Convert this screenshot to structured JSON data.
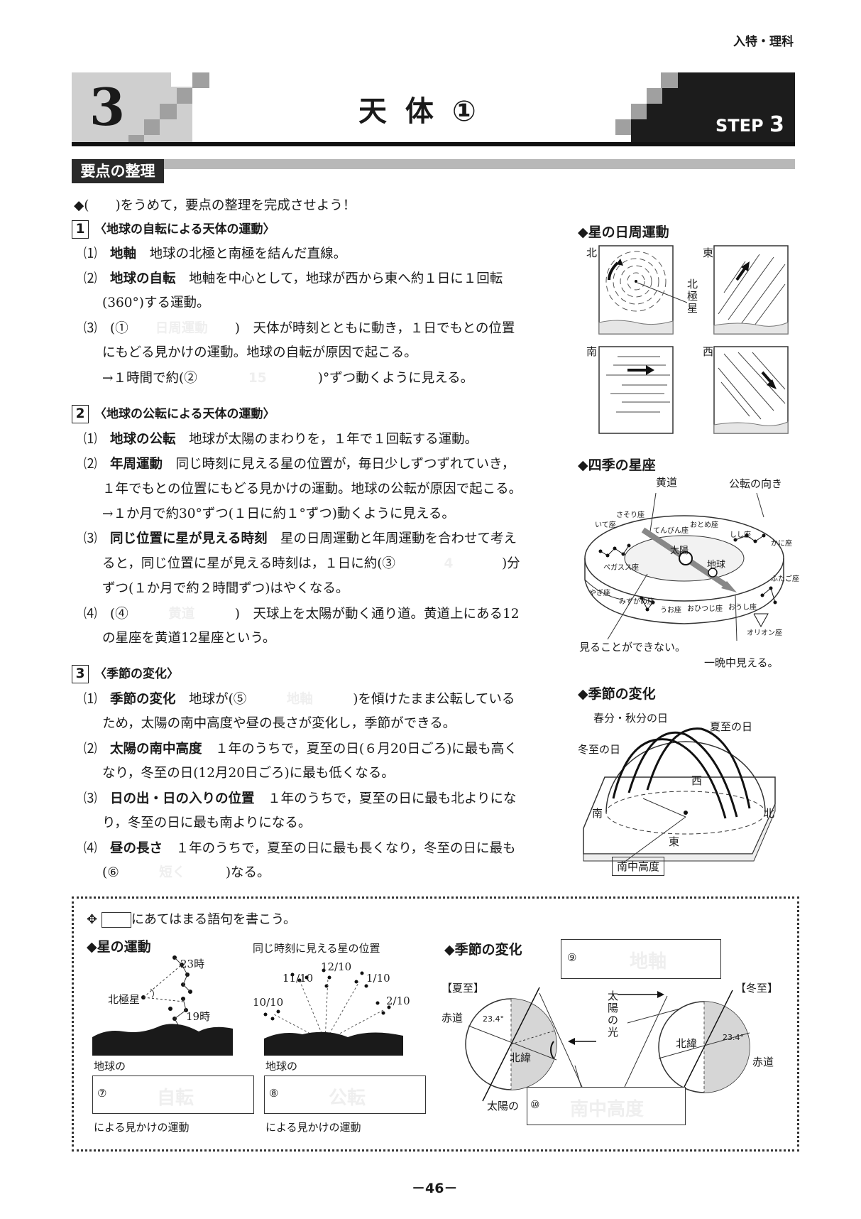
{
  "header": {
    "tag": "入特・理科"
  },
  "title_block": {
    "number": "3",
    "title": "天 体 ①",
    "step_label": "STEP",
    "step_num": "3"
  },
  "section_label": "要点の整理",
  "instruction": "◆(　　)をうめて，要点の整理を完成させよう！",
  "s1": {
    "num": "1",
    "head": "〈地球の自転による天体の運動〉",
    "l1_num": "⑴",
    "l1_term": "地軸",
    "l1_text": "地球の北極と南極を結んだ直線。",
    "l2_num": "⑵",
    "l2_term": "地球の自転",
    "l2_text": "地軸を中心として，地球が西から東へ約１日に１回転",
    "l2b": "(360°)する運動。",
    "l3_num": "⑶",
    "l3_open": "(①",
    "l3_ans": "日周運動",
    "l3_close": ")",
    "l3_text": "天体が時刻とともに動き，１日でもとの位置",
    "l3b": "にもどる見かけの運動。地球の自転が原因で起こる。",
    "l3c_pre": "→１時間で約(②",
    "l3c_ans": "15",
    "l3c_post": ")°ずつ動くように見える。"
  },
  "s2": {
    "num": "2",
    "head": "〈地球の公転による天体の運動〉",
    "l1_num": "⑴",
    "l1_term": "地球の公転",
    "l1_text": "地球が太陽のまわりを，１年で１回転する運動。",
    "l2_num": "⑵",
    "l2_term": "年周運動",
    "l2_text": "同じ時刻に見える星の位置が，毎日少しずつずれていき，",
    "l2b": "１年でもとの位置にもどる見かけの運動。地球の公転が原因で起こる。",
    "l2c": "→１か月で約30°ずつ(１日に約１°ずつ)動くように見える。",
    "l3_num": "⑶",
    "l3_term": "同じ位置に星が見える時刻",
    "l3_text": "星の日周運動と年周運動を合わせて考え",
    "l3b_pre": "ると，同じ位置に星が見える時刻は，１日に約(③",
    "l3b_ans": "4",
    "l3b_post": ")分",
    "l3c": "ずつ(１か月で約２時間ずつ)はやくなる。",
    "l4_num": "⑷",
    "l4_open": "(④",
    "l4_ans": "黄道",
    "l4_close": ")",
    "l4_text": "天球上を太陽が動く通り道。黄道上にある12",
    "l4b": "の星座を黄道12星座という。"
  },
  "s3": {
    "num": "3",
    "head": "〈季節の変化〉",
    "l1_num": "⑴",
    "l1_term": "季節の変化",
    "l1_pre": "地球が(⑤",
    "l1_ans": "地軸",
    "l1_post": ")を傾けたまま公転している",
    "l1b": "ため，太陽の南中高度や昼の長さが変化し，季節ができる。",
    "l2_num": "⑵",
    "l2_term": "太陽の南中高度",
    "l2_text": "１年のうちで，夏至の日(６月20日ごろ)に最も高く",
    "l2b": "なり，冬至の日(12月20日ごろ)に最も低くなる。",
    "l3_num": "⑶",
    "l3_term": "日の出・日の入りの位置",
    "l3_text": "１年のうちで，夏至の日に最も北よりにな",
    "l3b": "り，冬至の日に最も南よりになる。",
    "l4_num": "⑷",
    "l4_term": "昼の長さ",
    "l4_text": "１年のうちで，夏至の日に最も長くなり，冬至の日に最も",
    "l4b_open": "(⑥",
    "l4b_ans": "短く",
    "l4b_close": ")なる。"
  },
  "fig1": {
    "title": "◆星の日周運動",
    "north": "北",
    "east": "東",
    "south": "南",
    "west": "西",
    "polaris": "北極星"
  },
  "fig2": {
    "title": "◆四季の星座",
    "ecliptic": "黄道",
    "orbit_dir": "公転の向き",
    "sun": "太陽",
    "earth": "地球",
    "not_visible": "見ることができない。",
    "all_night": "一晩中見える。",
    "constellations": [
      "いて座",
      "さそり座",
      "てんびん座",
      "おとめ座",
      "しし座",
      "かに座",
      "ペガスス座",
      "ふたご座",
      "やぎ座",
      "みずがめ座",
      "うお座",
      "おひつじ座",
      "おうし座",
      "オリオン座"
    ]
  },
  "fig3": {
    "title": "◆季節の変化",
    "equinox": "春分・秋分の日",
    "summer": "夏至の日",
    "winter": "冬至の日",
    "west": "西",
    "south": "南",
    "north": "北",
    "east": "東",
    "culmination": "南中高度"
  },
  "bottom": {
    "instruction": "にあてはまる語句を書こう。",
    "star_title": "◆星の運動",
    "t23": "23時",
    "t19": "19時",
    "polaris": "北極星",
    "same_time": "同じ時刻に見える星の位置",
    "m1210": "12/10",
    "m1110": "11/10",
    "m0110": "1/10",
    "m1010": "10/10",
    "m0210": "2/10",
    "earth_of": "地球の",
    "apparent": "による見かけの運動",
    "a7_num": "⑦",
    "a7": "自転",
    "a8_num": "⑧",
    "a8": "公転",
    "season_title": "◆季節の変化",
    "summer": "【夏至】",
    "winter": "【冬至】",
    "a9_num": "⑨",
    "a9": "地軸",
    "equator": "赤道",
    "north_lat": "北緯",
    "angle": "23.4°",
    "sunlight": "太陽の光",
    "sun_of": "太陽の",
    "a10_num": "⑩",
    "a10": "南中高度"
  },
  "page_number": "－46－"
}
